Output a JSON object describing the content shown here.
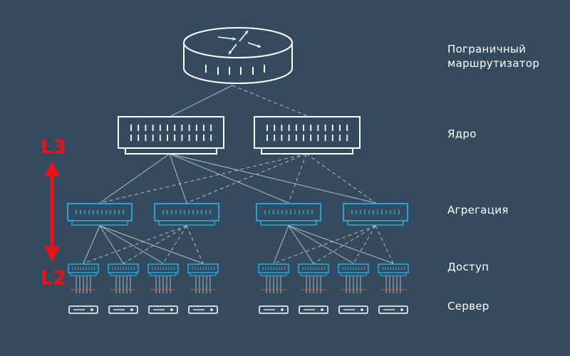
{
  "tiers": {
    "edge_router": "Пограничный маршрутизатор",
    "core": "Ядро",
    "aggregation": "Агрегация",
    "access": "Доступ",
    "server": "Сервер"
  },
  "layer_markers": {
    "top": "L3",
    "bottom": "L2"
  },
  "colors": {
    "background": "#344a5f",
    "device_outline": "#ffffff",
    "switch_outline": "#29a9e0",
    "link": "#c9d1d9",
    "arrow": "#e8141b",
    "nic": "#c05a3a"
  },
  "icons": {
    "router": "router-icon",
    "core_switch": "core-switch-icon",
    "aggregation_switch": "aggregation-switch-icon",
    "access_switch": "access-switch-icon",
    "server": "server-icon"
  }
}
